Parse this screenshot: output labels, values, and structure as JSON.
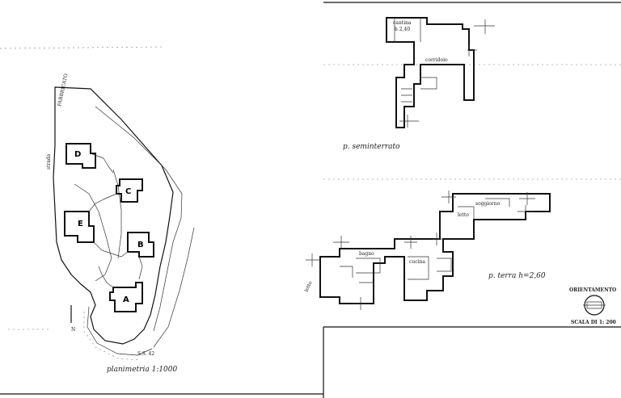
{
  "site_plan": {
    "caption": "planimetria 1:1000",
    "buildings": [
      {
        "id": "building-a",
        "label": "A"
      },
      {
        "id": "building-b",
        "label": "B"
      },
      {
        "id": "building-c",
        "label": "C"
      },
      {
        "id": "building-d",
        "label": "D"
      },
      {
        "id": "building-e",
        "label": "E"
      }
    ],
    "labels": {
      "fabbricato": "FABBRICATO",
      "road_bottom": "S.S. 42",
      "road_left": "strada",
      "north": "N"
    }
  },
  "basement_plan": {
    "caption": "p. seminterrato",
    "room_labels": [
      "cantina",
      "h 2,40",
      "corridoio"
    ]
  },
  "ground_plan": {
    "caption": "p. terra h=2,60",
    "room_labels": [
      "soggiorno",
      "letto",
      "cucina",
      "bagno",
      "letto"
    ]
  },
  "legend": {
    "orientation_label": "ORIENTAMENTO",
    "scale_label": "SCALA DI 1: 200"
  }
}
